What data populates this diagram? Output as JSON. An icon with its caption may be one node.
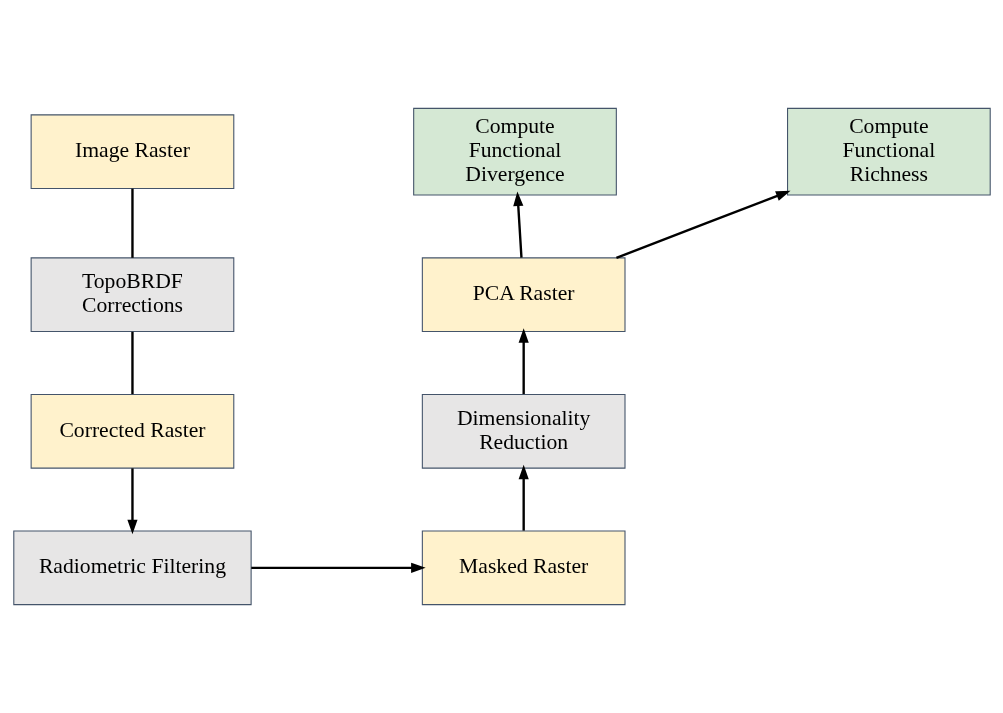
{
  "diagram": {
    "nodes": [
      {
        "text": [
          "Image Raster"
        ]
      },
      {
        "text": [
          "TopoBRDF Corrections"
        ]
      },
      {
        "text": [
          "Corrected Raster"
        ]
      },
      {
        "text": [
          "Radiometric Filtering"
        ]
      },
      {
        "text": [
          "Masked Raster"
        ]
      },
      {
        "text": [
          "Dimensionality Reduction"
        ]
      },
      {
        "text": [
          "PCA Raster"
        ]
      },
      {
        "text": [
          "Compute Functional Divergence"
        ]
      },
      {
        "text": [
          "Compute Functional Richness"
        ]
      }
    ],
    "edges": [
      {
        "from": 0,
        "to": 1,
        "arrow": "none"
      },
      {
        "from": 1,
        "to": 2,
        "arrow": "none"
      },
      {
        "from": 2,
        "to": 3,
        "arrow": "to"
      },
      {
        "from": 3,
        "to": 4,
        "arrow": "to"
      },
      {
        "from": 4,
        "to": 5,
        "arrow": "to"
      },
      {
        "from": 5,
        "to": 6,
        "arrow": "to"
      },
      {
        "from": 6,
        "to": 7,
        "arrow": "to"
      },
      {
        "from": 6,
        "to": 8,
        "arrow": "to"
      }
    ]
  }
}
